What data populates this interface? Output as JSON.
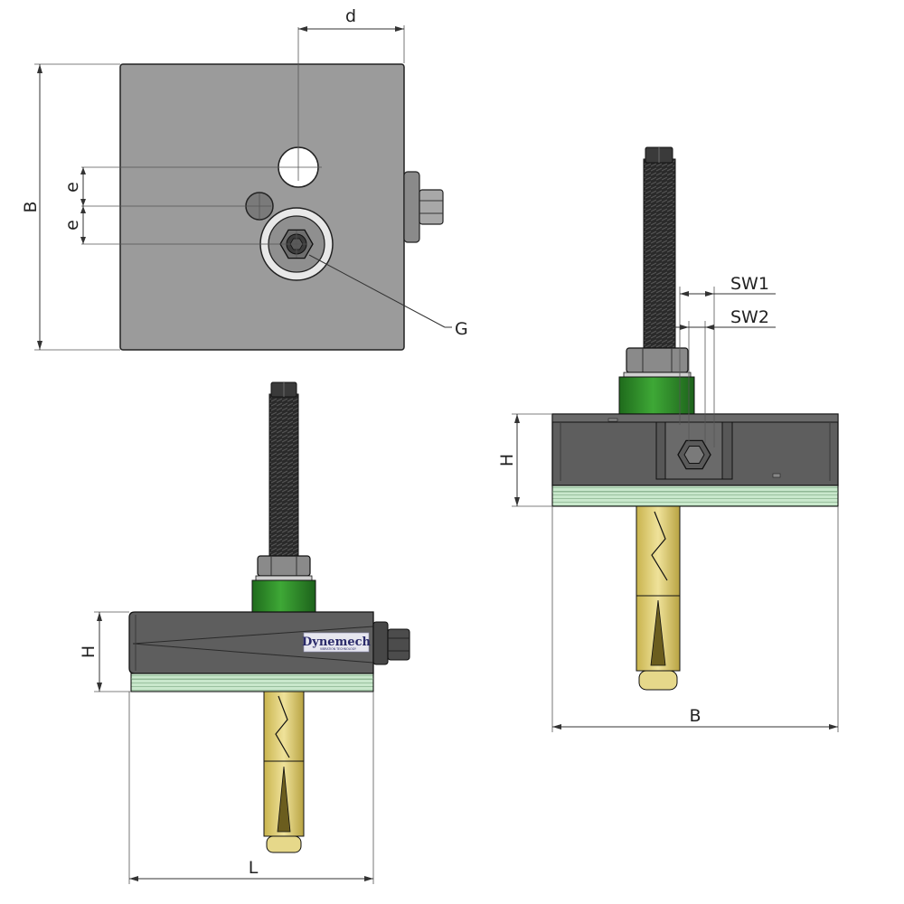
{
  "labels": {
    "top_d": "d",
    "top_b": "B",
    "top_e1": "e",
    "top_e2": "e",
    "top_g": "G",
    "side_h": "H",
    "side_l": "L",
    "front_h": "H",
    "front_b": "B",
    "front_sw1": "SW1",
    "front_sw2": "SW2"
  },
  "logo": {
    "brand": "Dynemech",
    "tagline": "VIBRATION TECHNOLOGY"
  },
  "colors": {
    "plate": "#9b9b9b",
    "housing": "#5e5e5e",
    "bolt": "#333333",
    "green_collar": "#2f8a2a",
    "pad": "#c9e8cc",
    "anchor": "#e3d27a"
  }
}
